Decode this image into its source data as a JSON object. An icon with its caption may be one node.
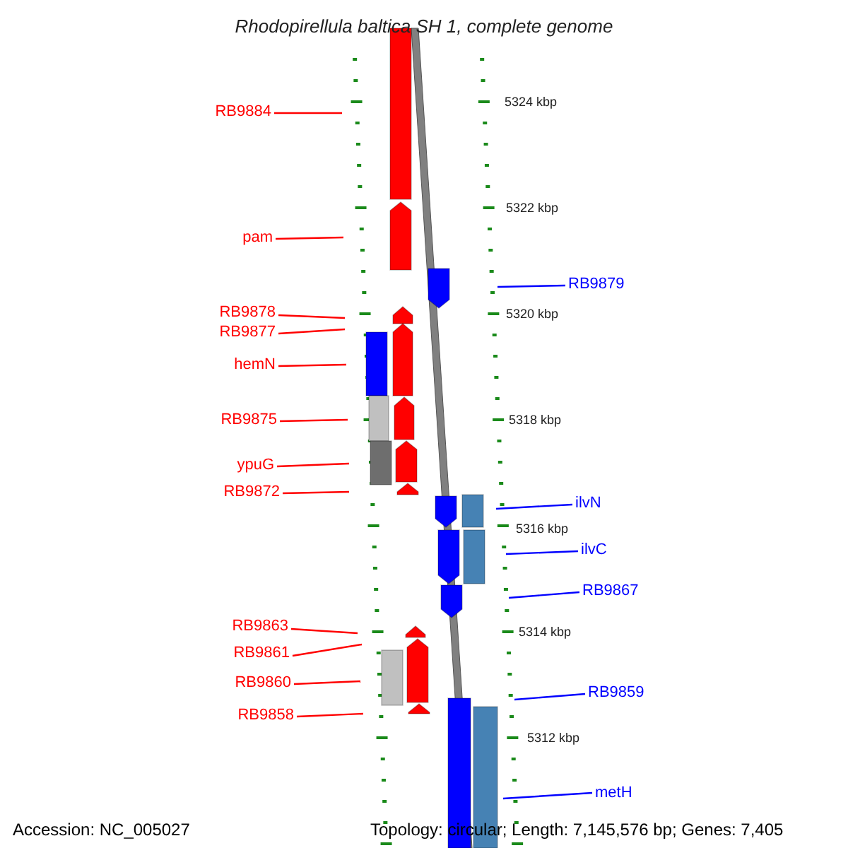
{
  "diagram": {
    "title": "Rhodopirellula baltica SH 1, complete genome",
    "nodes": [
      {
        "text": [
          "RB9884"
        ]
      },
      {
        "text": [
          "pam"
        ]
      },
      {
        "text": [
          "RB9878"
        ]
      },
      {
        "text": [
          "RB9877"
        ]
      },
      {
        "text": [
          "hemN"
        ]
      },
      {
        "text": [
          "RB9875"
        ]
      },
      {
        "text": [
          "ypuG"
        ]
      },
      {
        "text": [
          "RB9872"
        ]
      },
      {
        "text": [
          "RB9863"
        ]
      },
      {
        "text": [
          "RB9861"
        ]
      },
      {
        "text": [
          "RB9860"
        ]
      },
      {
        "text": [
          "RB9858"
        ]
      },
      {
        "text": [
          "RB9879"
        ]
      },
      {
        "text": [
          "ilvN"
        ]
      },
      {
        "text": [
          "ilvC"
        ]
      },
      {
        "text": [
          "RB9867"
        ]
      },
      {
        "text": [
          "RB9859"
        ]
      },
      {
        "text": [
          "metH"
        ]
      }
    ],
    "edges": [
      {
        "from": 0,
        "to": null,
        "arrow": "none"
      },
      {
        "from": 1,
        "to": null,
        "arrow": "none"
      },
      {
        "from": 2,
        "to": null,
        "arrow": "none"
      },
      {
        "from": 3,
        "to": null,
        "arrow": "none"
      },
      {
        "from": 4,
        "to": null,
        "arrow": "none"
      },
      {
        "from": 5,
        "to": null,
        "arrow": "none"
      },
      {
        "from": 6,
        "to": null,
        "arrow": "none"
      },
      {
        "from": 7,
        "to": null,
        "arrow": "none"
      },
      {
        "from": 8,
        "to": null,
        "arrow": "none"
      },
      {
        "from": 9,
        "to": null,
        "arrow": "none"
      },
      {
        "from": 10,
        "to": null,
        "arrow": "none"
      },
      {
        "from": 11,
        "to": null,
        "arrow": "none"
      },
      {
        "from": 12,
        "to": null,
        "arrow": "none",
        "color": "#0000ff"
      },
      {
        "from": 13,
        "to": null,
        "arrow": "none",
        "color": "#0000ff"
      },
      {
        "from": 14,
        "to": null,
        "arrow": "none",
        "color": "#0000ff"
      },
      {
        "from": 15,
        "to": null,
        "arrow": "none",
        "color": "#0000ff"
      },
      {
        "from": 16,
        "to": null,
        "arrow": "none",
        "color": "#0000ff"
      },
      {
        "from": 17,
        "to": null,
        "arrow": "none",
        "color": "#0000ff"
      }
    ],
    "labels": [
      "5324 kbp",
      "5322 kbp",
      "5320 kbp",
      "5318 kbp",
      "5316 kbp",
      "5314 kbp",
      "5312 kbp",
      "Accession: NC_005027",
      "Topology: circular; Length: 7,145,576 bp; Genes: 7,405"
    ]
  }
}
